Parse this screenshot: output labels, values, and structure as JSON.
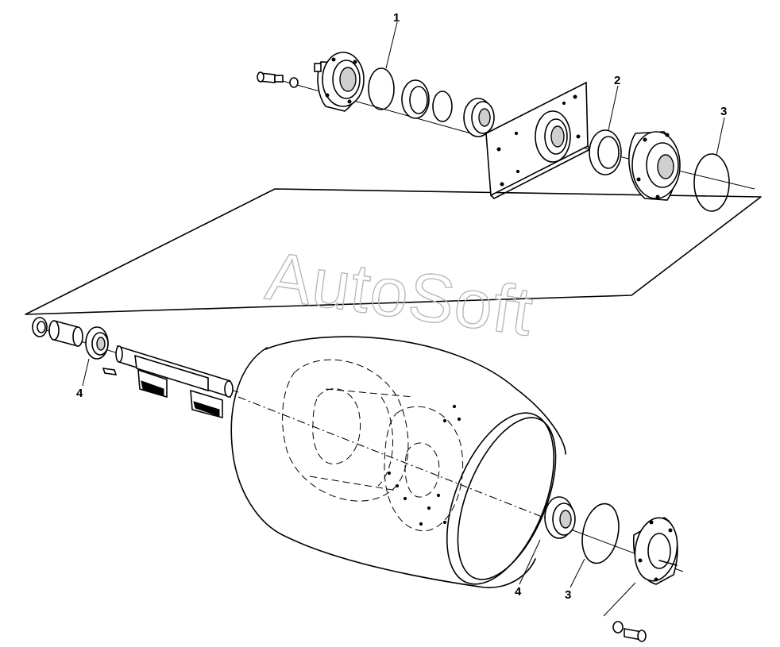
{
  "watermark": "AutoSoft",
  "callouts": {
    "c1": "1",
    "c2": "2",
    "c3_top": "3",
    "c4_left": "4",
    "c4_bottom": "4",
    "c3_bottom": "3"
  },
  "colors": {
    "line": "#000000",
    "watermark": "#b9b9b9",
    "background": "#ffffff"
  }
}
